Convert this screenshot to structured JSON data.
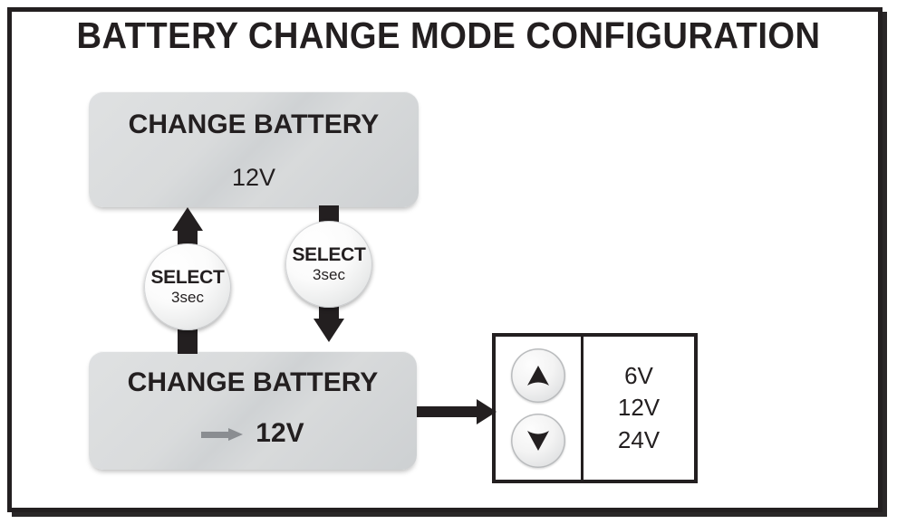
{
  "page": {
    "title": "BATTERY CHANGE MODE CONFIGURATION",
    "frame_color": "#231f20",
    "background": "#ffffff"
  },
  "display_top": {
    "line1": "CHANGE BATTERY",
    "line2": "12V"
  },
  "display_bottom": {
    "line1": "CHANGE BATTERY",
    "selected_value": "12V",
    "pointer_icon": "gray-right-arrow-icon",
    "pointer_color": "#8a8d91"
  },
  "select_buttons": [
    {
      "name": "select-up",
      "label": "SELECT",
      "duration": "3sec",
      "arrow_direction": "up"
    },
    {
      "name": "select-down",
      "label": "SELECT",
      "duration": "3sec",
      "arrow_direction": "down"
    }
  ],
  "keypad": {
    "buttons": [
      {
        "icon": "arrow-up-icon",
        "direction": "up"
      },
      {
        "icon": "arrow-down-icon",
        "direction": "down"
      }
    ],
    "voltage_options": [
      "6V",
      "12V",
      "24V"
    ]
  }
}
